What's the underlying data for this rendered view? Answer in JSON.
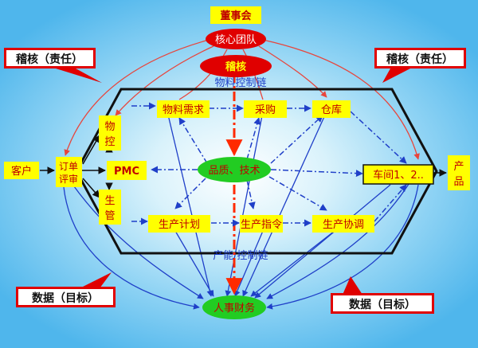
{
  "board": "董事会",
  "core_team": "核心团队",
  "audit_top": "稽核",
  "audit_left": "稽核（责任）",
  "audit_right": "稽核（责任）",
  "data_left": "数据（目标）",
  "data_right": "数据（目标）",
  "material_chain": "物料控制链",
  "capacity_chain": "产能 控制链",
  "customer": "客户",
  "order_review_1": "订单",
  "order_review_2": "评审",
  "material_control_1": "物",
  "material_control_2": "控",
  "production_mgmt_1": "生",
  "production_mgmt_2": "管",
  "pmc": "PMC",
  "material_demand": "物料需求",
  "purchasing": "采购",
  "warehouse": "仓库",
  "quality_tech": "品质、技术",
  "workshop": "车间1、2..",
  "product_1": "产",
  "product_2": "品",
  "production_plan": "生产计划",
  "production_order": "生产指令",
  "production_coord": "生产协调",
  "hr_finance": "人事财务",
  "colors": {
    "yellow": "#ffff00",
    "red": "#ff0000",
    "green": "#22cc22",
    "blue": "#2222cc",
    "line_red": "#e8453c",
    "dash_blue": "#1f3fc8"
  }
}
